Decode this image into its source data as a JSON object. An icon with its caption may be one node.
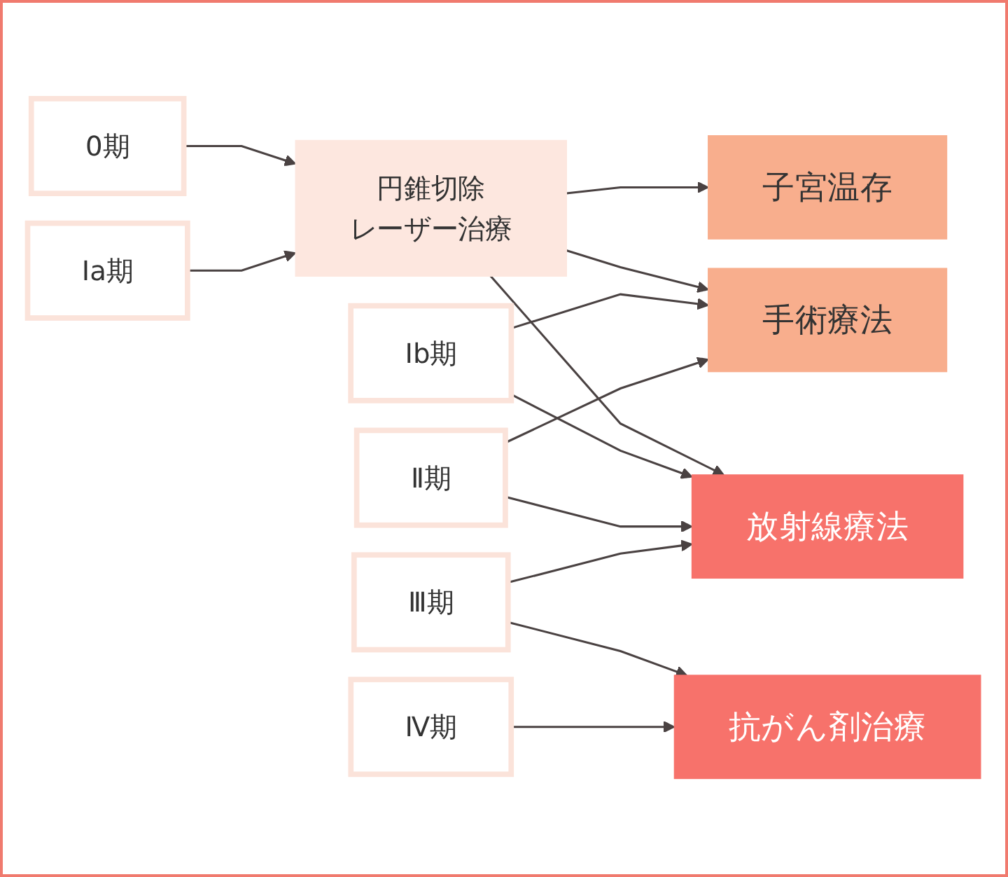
{
  "diagram": {
    "nodes": [
      {
        "text": [
          "0期"
        ]
      },
      {
        "text": [
          "Ⅰa期"
        ]
      },
      {
        "text": [
          "Ⅰb期"
        ]
      },
      {
        "text": [
          "Ⅱ期"
        ]
      },
      {
        "text": [
          "Ⅲ期"
        ]
      },
      {
        "text": [
          "Ⅳ期"
        ]
      },
      {
        "text": [
          "円錐切除",
          "レーザー治療"
        ]
      },
      {
        "text": [
          "子宮温存"
        ]
      },
      {
        "text": [
          "手術療法"
        ]
      },
      {
        "text": [
          "放射線療法"
        ]
      },
      {
        "text": [
          "抗がん剤治療"
        ]
      }
    ],
    "edges": [
      {
        "from": 0,
        "to": 6,
        "arrow": "to"
      },
      {
        "from": 1,
        "to": 6,
        "arrow": "to"
      },
      {
        "from": 6,
        "to": 7,
        "arrow": "to"
      },
      {
        "from": 6,
        "to": 8,
        "arrow": "to"
      },
      {
        "from": 6,
        "to": 9,
        "arrow": "to"
      },
      {
        "from": 2,
        "to": 8,
        "arrow": "to"
      },
      {
        "from": 2,
        "to": 9,
        "arrow": "to"
      },
      {
        "from": 3,
        "to": 8,
        "arrow": "to"
      },
      {
        "from": 3,
        "to": 9,
        "arrow": "to"
      },
      {
        "from": 4,
        "to": 9,
        "arrow": "to"
      },
      {
        "from": 4,
        "to": 10,
        "arrow": "to"
      },
      {
        "from": 5,
        "to": 10,
        "arrow": "to"
      }
    ]
  }
}
